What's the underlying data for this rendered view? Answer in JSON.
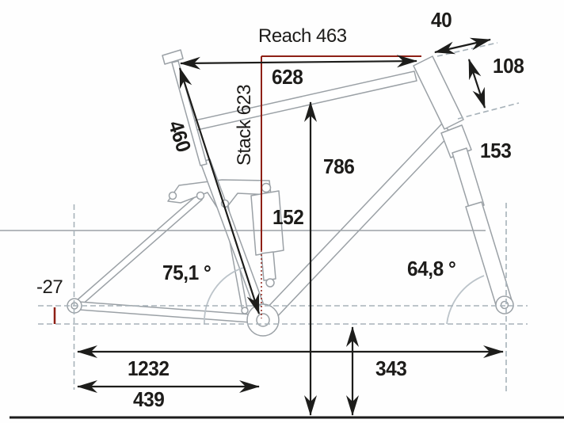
{
  "diagram": {
    "type": "bike-frame-geometry",
    "colors": {
      "accent_red": "#8e2016",
      "dash_gray": "#a7b2b9",
      "frame_gray": "#9ba1a6",
      "arc_gray": "#bcc4ca",
      "text": "#1d1c1a"
    },
    "labels": {
      "reach": "Reach 463",
      "stack": "Stack 623",
      "seat_tube": "460",
      "top_tube_horizontal": "628",
      "head_tube_extension": "40",
      "head_tube": "108",
      "standover": "786",
      "shock": "152",
      "fork": "153",
      "seat_angle": "75,1 °",
      "head_angle": "64,8 °",
      "bb_drop": "-27",
      "wheelbase": "1232",
      "chainstay": "439",
      "bb_height": "343"
    }
  }
}
